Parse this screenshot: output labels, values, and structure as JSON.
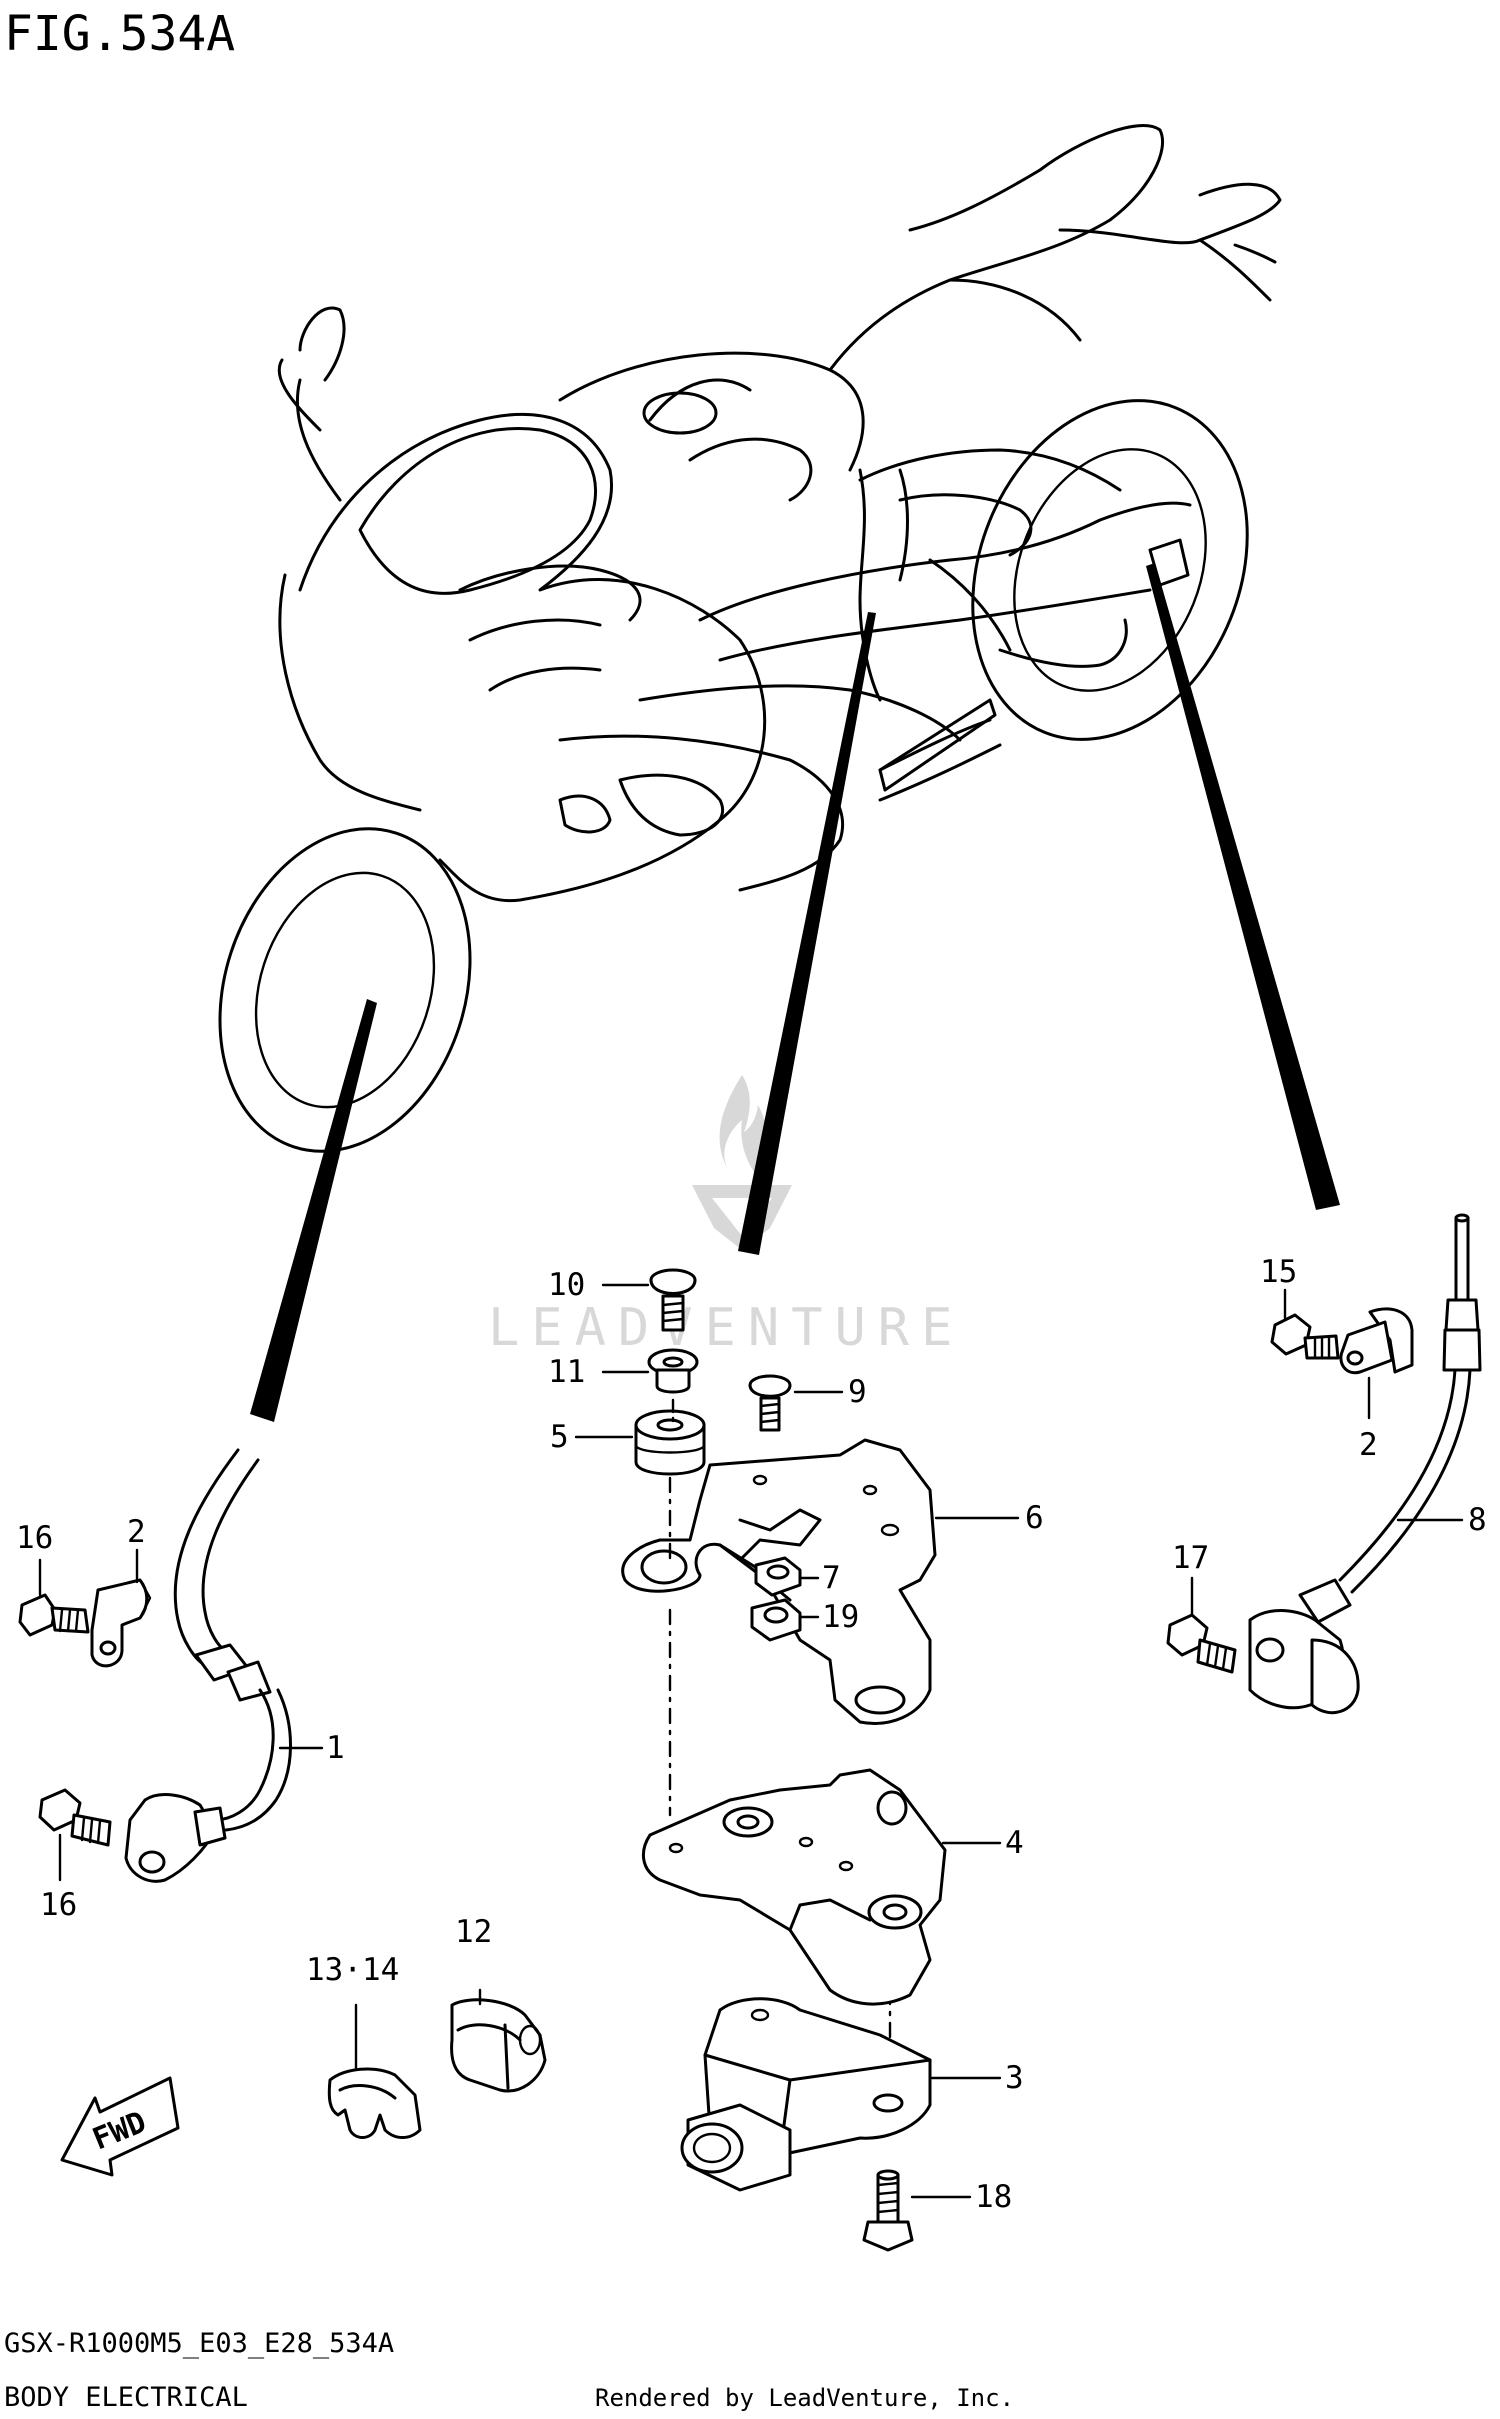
{
  "title": "FIG.534A",
  "diagram_code": "GSX-R1000M5_E03_E28_534A",
  "category": "BODY ELECTRICAL",
  "credit": "Rendered by LeadVenture, Inc.",
  "watermark": "LEADVENTURE",
  "direction_label": "FWD",
  "callouts": {
    "c1": "1",
    "c2a": "2",
    "c2b": "2",
    "c3": "3",
    "c4": "4",
    "c5": "5",
    "c6": "6",
    "c7": "7",
    "c8": "8",
    "c9": "9",
    "c10": "10",
    "c11": "11",
    "c12": "12",
    "c13_14": "13·14",
    "c15": "15",
    "c16a": "16",
    "c16b": "16",
    "c17": "17",
    "c18": "18",
    "c19": "19"
  }
}
